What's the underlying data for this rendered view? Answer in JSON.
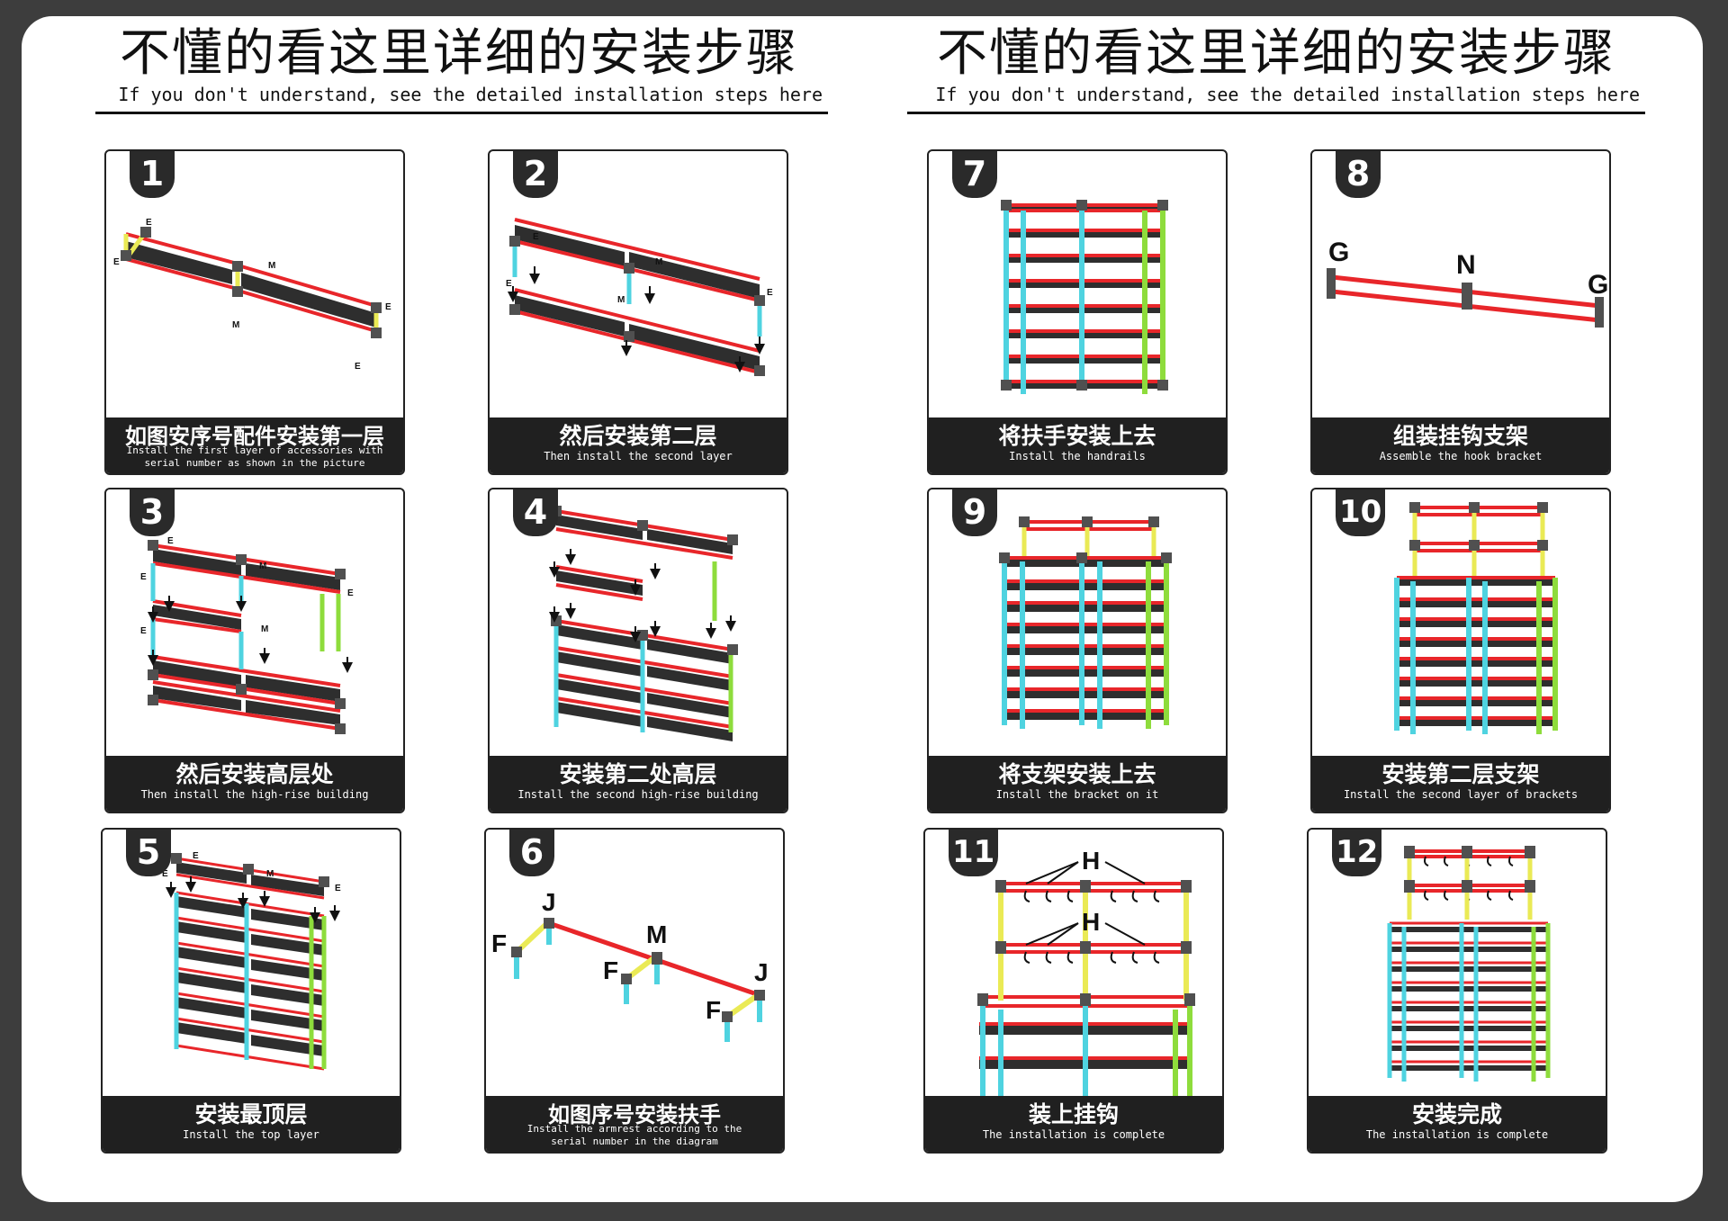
{
  "headers": [
    {
      "zh": "不懂的看这里详细的安装步骤",
      "en": "If you don't understand, see the detailed installation steps here"
    },
    {
      "zh": "不懂的看这里详细的安装步骤",
      "en": "If you don't understand, see the detailed installation steps here"
    }
  ],
  "steps": [
    {
      "num": "1",
      "zh": "如图安序号配件安装第一层",
      "en": "Install the first layer of accessories with\nserial number as shown in the picture"
    },
    {
      "num": "2",
      "zh": "然后安装第二层",
      "en": "Then install the second layer"
    },
    {
      "num": "3",
      "zh": "然后安装高层处",
      "en": "Then install the high-rise building"
    },
    {
      "num": "4",
      "zh": "安装第二处高层",
      "en": "Install the second high-rise building"
    },
    {
      "num": "5",
      "zh": "安装最顶层",
      "en": "Install the top layer"
    },
    {
      "num": "6",
      "zh": "如图序号安装扶手",
      "en": "Install the armrest according to the\nserial number in the diagram"
    },
    {
      "num": "7",
      "zh": "将扶手安装上去",
      "en": "Install the handrails"
    },
    {
      "num": "8",
      "zh": "组装挂钩支架",
      "en": "Assemble the hook bracket"
    },
    {
      "num": "9",
      "zh": "将支架安装上去",
      "en": "Install the bracket on it"
    },
    {
      "num": "10",
      "zh": "安装第二层支架",
      "en": "Install the second layer of brackets"
    },
    {
      "num": "11",
      "zh": "装上挂钩",
      "en": "The installation is complete"
    },
    {
      "num": "12",
      "zh": "安装完成",
      "en": "The installation is complete"
    }
  ],
  "part_labels": {
    "E": "E",
    "M": "M",
    "F": "F",
    "J": "J",
    "G": "G",
    "N": "N",
    "H": "H"
  },
  "colors": {
    "tube_red": "#e8262a",
    "tube_cyan": "#4fd3e0",
    "tube_yellow": "#eaea55",
    "tube_green": "#8edc3c",
    "connector": "#505050",
    "shelf": "#2e2e2e",
    "caption_bg": "#202020",
    "page_bg": "#3d3d3d"
  }
}
